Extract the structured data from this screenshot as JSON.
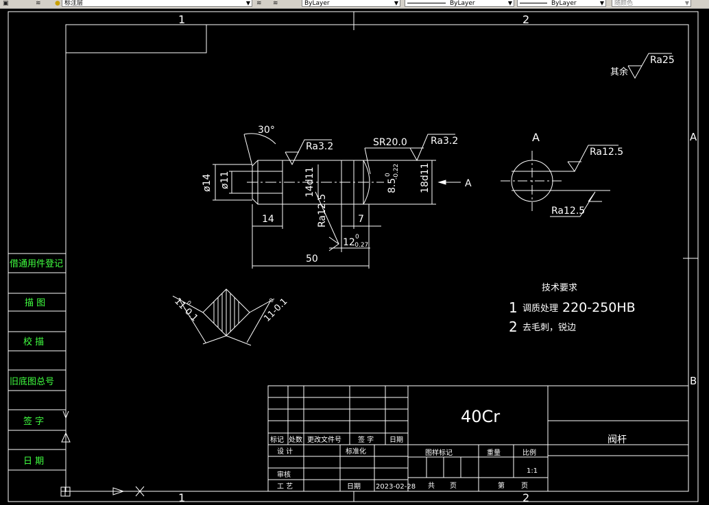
{
  "toolbar": {
    "layer_name": "标注层",
    "color_value": "ByLayer",
    "linetype_value": "ByLayer",
    "lineweight_value": "ByLayer",
    "plotstyle_value": "随颜色"
  },
  "frame": {
    "zone_top_1": "1",
    "zone_top_2": "2",
    "zone_bottom_1": "1",
    "zone_bottom_2": "2",
    "zone_right_a": "A",
    "zone_right_b": "B"
  },
  "left_strip": {
    "rows": [
      "借通用件登记",
      "描 图",
      "校 描",
      "旧底图总号",
      "签 字",
      "日 期"
    ]
  },
  "drawing": {
    "surface_rest_label": "其余",
    "surface_rest_value": "Ra25",
    "chamfer_angle": "30°",
    "ra_left": "Ra3.2",
    "ra_right": "Ra3.2",
    "sr_label": "SR20.0",
    "dia14": "ø14",
    "dia11": "ø11",
    "d14d11": "14d11",
    "d18d11": "18d11",
    "d8_5": "8.5",
    "d8_5_upper": "0",
    "d8_5_lower": "-0.22",
    "ra_mid_vert": "Ra12.5",
    "dim_14": "14",
    "dim_7": "7",
    "dim_12": "12",
    "dim_12_upper": "0",
    "dim_12_lower": "-0.27",
    "dim_50": "50",
    "view_arrow_label": "A",
    "section_label": "A",
    "section_ra_top": "Ra12.5",
    "section_ra_bottom": "Ra12.5",
    "square_dim_left": "11-0.1",
    "square_dim_left_upper": "0",
    "square_dim_right": "11-0.1",
    "square_dim_right_upper": "0"
  },
  "tech_requirements": {
    "title": "技术要求",
    "item1_num": "1",
    "item1_text_cn": "调质处理",
    "item1_text_val": "220-250HB",
    "item2_num": "2",
    "item2_text": "去毛刺，锐边"
  },
  "title_block": {
    "material": "40Cr",
    "part_name": "阀杆",
    "rev_header_mark": "标记",
    "rev_header_count": "处数",
    "rev_header_doc": "更改文件号",
    "rev_header_sign": "签 字",
    "rev_header_date": "日期",
    "design_label": "设 计",
    "std_label": "标准化",
    "review_label": "审核",
    "process_label": "工 艺",
    "date_label": "日期",
    "date_value": "2023-02-28",
    "stage_label": "图样标记",
    "weight_label": "重量",
    "scale_label": "比例",
    "scale_value": "1:1",
    "total_label": "共",
    "page_label": "页",
    "sheet_label": "第",
    "sheet_page_label": "页"
  }
}
